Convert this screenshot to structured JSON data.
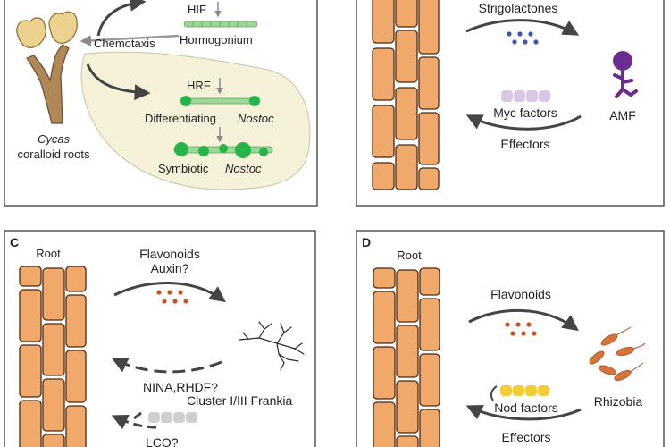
{
  "panel_a": {
    "label_hif": "HIF",
    "label_chemotaxis": "Chemotaxis",
    "label_hormogonium": "Hormogonium",
    "label_hrf": "HRF",
    "label_differentiating": "Differentiating",
    "label_nostoc_1": "Nostoc",
    "label_symbiotic": "Symbiotic",
    "label_nostoc_2": "Nostoc",
    "label_cycas": "Cycas",
    "label_coralloid": "coralloid roots"
  },
  "panel_b": {
    "label_strigolactones": "Strigolactones",
    "label_myc_factors": "Myc factors",
    "label_effectors": "Effectors",
    "label_amf": "AMF"
  },
  "panel_c": {
    "panel_letter": "C",
    "label_root": "Root",
    "label_flavonoids": "Flavonoids",
    "label_auxin": "Auxin?",
    "label_nina": "NINA,RHDF?",
    "label_frankia": "Cluster I/III Frankia",
    "label_lco": "LCO?"
  },
  "panel_d": {
    "panel_letter": "D",
    "label_root": "Root",
    "label_flavonoids": "Flavonoids",
    "label_nod_factors": "Nod factors",
    "label_rhizobia": "Rhizobia",
    "label_effectors": "Effectors"
  },
  "colors": {
    "panel_border": "#555555",
    "root_cell_fill": "#f0a96a",
    "root_cell_stroke": "#4a2a14",
    "arrow_dark": "#454545",
    "nostoc_green": "#27b44a",
    "strigolactone_blue": "#3d55b5",
    "myc_lilac": "#dcc6e6",
    "amf_purple": "#6a2d8f",
    "flavonoid_red": "#c9512a",
    "nod_yellow": "#f3cc3a",
    "rhizobia_orange": "#d8743a",
    "lco_gray": "#cfcfcf",
    "cycas_tan": "#ecd28f",
    "bubble_fill": "#f6f2d9"
  }
}
